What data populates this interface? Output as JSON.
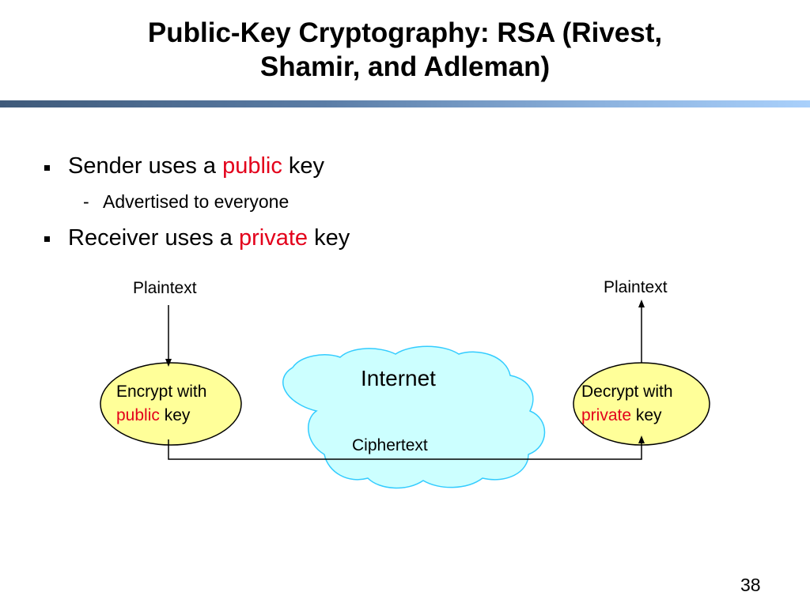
{
  "title": {
    "line1": "Public-Key Cryptography: RSA  (Rivest,",
    "line2": "Shamir, and Adleman)"
  },
  "bullets": [
    {
      "prefix": "Sender uses a ",
      "highlight": "public",
      "suffix": " key",
      "sub": [
        {
          "marker": "-",
          "text": "Advertised to everyone"
        }
      ]
    },
    {
      "prefix": "Receiver uses a ",
      "highlight": "private",
      "suffix": " key"
    }
  ],
  "diagram": {
    "plaintext_left": "Plaintext",
    "plaintext_right": "Plaintext",
    "encrypt": {
      "line1": "Encrypt with",
      "highlight": "public",
      "suffix": " key"
    },
    "decrypt": {
      "line1": "Decrypt with",
      "highlight": "private",
      "suffix": " key"
    },
    "cloud_label": "Internet",
    "channel_label": "Ciphertext"
  },
  "slide_number": "38",
  "colors": {
    "highlight": "#e3001b",
    "ellipse_fill": "#ffff99",
    "cloud_fill": "#ccffff",
    "cloud_stroke": "#33ccff"
  }
}
